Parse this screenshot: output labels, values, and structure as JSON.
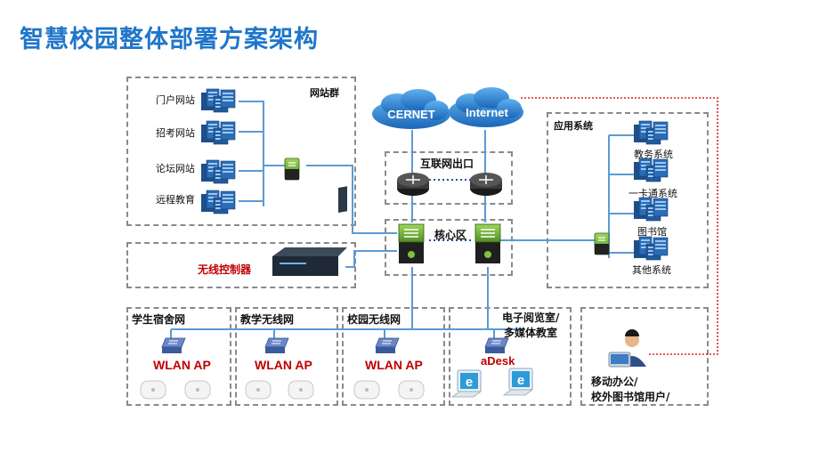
{
  "title": "智慧校园整体部署方案架构",
  "web_group": {
    "title": "网站群",
    "servers": [
      "门户网站",
      "招考网站",
      "论坛网站",
      "远程教育"
    ]
  },
  "wireless_controller": {
    "label": "无线控制器"
  },
  "clouds": {
    "cernet": "CERNET",
    "internet": "Internet"
  },
  "internet_exit": {
    "title": "互联网出口"
  },
  "core": {
    "title": "核心区"
  },
  "app_systems": {
    "title": "应用系统",
    "servers": [
      "教务系统",
      "一卡通系统",
      "图书馆",
      "其他系统"
    ]
  },
  "wlan_zones": [
    {
      "title": "学生宿舍网",
      "ap_label": "WLAN AP"
    },
    {
      "title": "教学无线网",
      "ap_label": "WLAN AP"
    },
    {
      "title": "校园无线网",
      "ap_label": "WLAN AP"
    }
  ],
  "reading_room": {
    "title_line1": "电子阅览室/",
    "title_line2": "多媒体教室",
    "adesk": "aDesk"
  },
  "mobile": {
    "line1": "移动办公/",
    "line2": "校外图书馆用户/"
  },
  "colors": {
    "title": "#1f76c9",
    "link": "#5b9bd5",
    "red": "#c00000",
    "device_green": "#7dc242"
  }
}
